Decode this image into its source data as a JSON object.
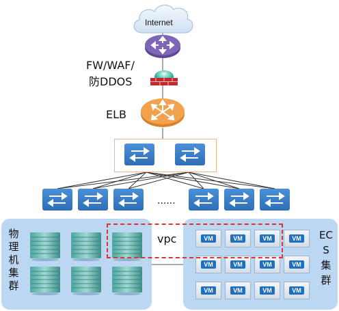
{
  "internet": {
    "label": "Internet"
  },
  "firewall": {
    "label_line1": "FW/WAF/",
    "label_line2": "防DDOS"
  },
  "elb": {
    "label": "ELB"
  },
  "ellipsis": "......",
  "physical_cluster": {
    "label": "物理机集群"
  },
  "ecs_cluster": {
    "label": "ECS集群"
  },
  "vpc": {
    "label": "vpc"
  },
  "vm_label": "VM",
  "colors": {
    "panel": "#bcd7f1",
    "router": "#7e68b5",
    "elb": "#f0a24e",
    "switch": "#3a7fcc",
    "vpc_border": "#e03030",
    "box_border": "#e8b48a"
  }
}
